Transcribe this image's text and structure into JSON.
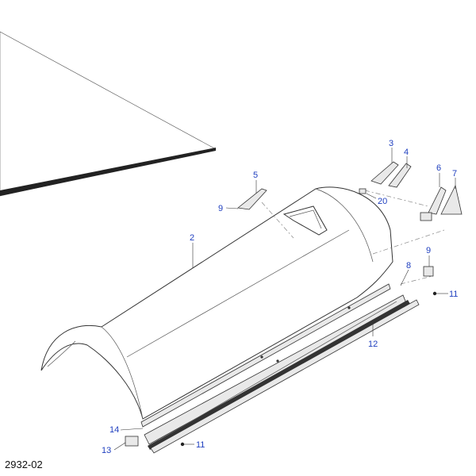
{
  "diagram": {
    "drawing_code": "2932-02",
    "callouts": [
      "2",
      "3",
      "4",
      "5",
      "6",
      "7",
      "8",
      "9",
      "9",
      "11",
      "11",
      "12",
      "13",
      "14",
      "20"
    ]
  }
}
